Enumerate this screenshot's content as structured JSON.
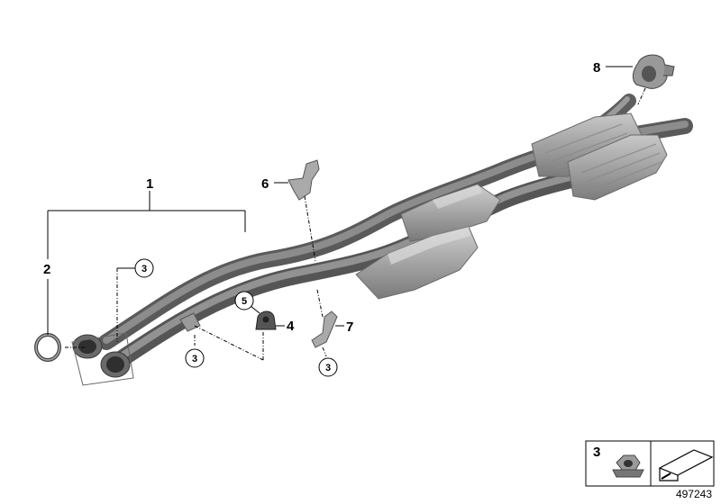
{
  "callouts": {
    "c1": "1",
    "c2": "2",
    "c3_a": "3",
    "c3_b": "3",
    "c3_c": "3",
    "c4": "4",
    "c5": "5",
    "c6": "6",
    "c7": "7",
    "c8": "8"
  },
  "legend": {
    "item_number": "3"
  },
  "reference_number": "497243",
  "colors": {
    "pipe_dark": "#6b6b6b",
    "pipe_mid": "#8f8f8f",
    "pipe_light": "#b4b4b4",
    "converter": "#a3a3a3",
    "background": "#ffffff"
  }
}
